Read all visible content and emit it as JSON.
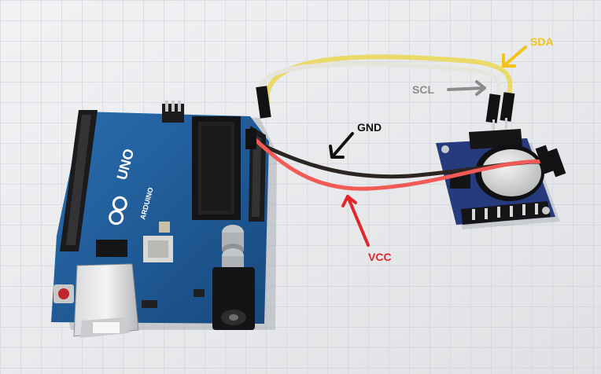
{
  "labels": {
    "sda": "SDA",
    "scl": "SCL",
    "gnd": "GND",
    "vcc": "VCC"
  },
  "board": {
    "silkscreen_uno": "UNO",
    "silkscreen_brand": "ARDUINO"
  },
  "colors": {
    "paper": "#e9eaec",
    "grid": "#c9cdd3",
    "board_blue": "#1f5d9e",
    "sda_yellow": "#f3c316",
    "scl_gray": "#8b8b8b",
    "gnd_black": "#111111",
    "vcc_red": "#e2262b",
    "wire_yellow": "#e9da6a",
    "wire_white": "#e6e4dc",
    "wire_red": "#f25a55",
    "wire_black": "#2b2622"
  },
  "icons": {
    "sda": "arrow-icon",
    "scl": "arrow-icon",
    "gnd": "arrow-icon",
    "vcc": "arrow-icon"
  }
}
